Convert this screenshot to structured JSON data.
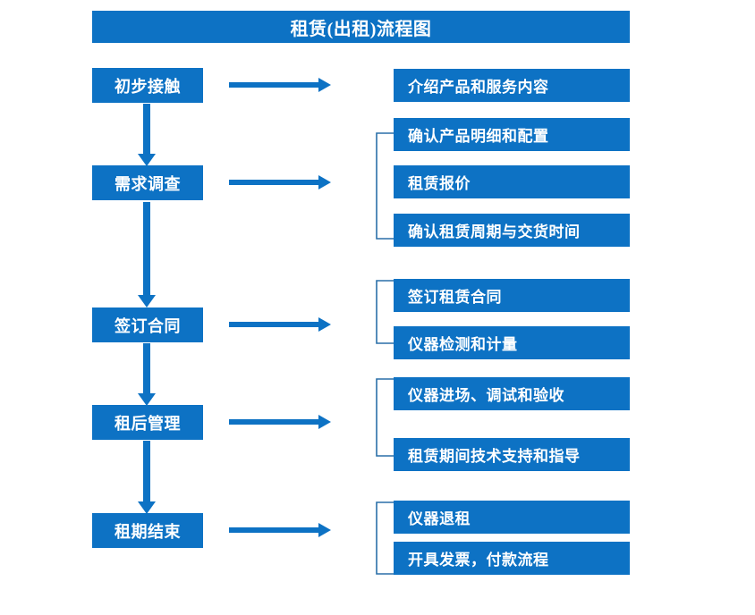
{
  "diagram": {
    "title": "租赁(出租)流程图",
    "accent_color": "#0d72c4",
    "text_color": "#ffffff",
    "background_color": "#ffffff",
    "type": "flowchart",
    "stages": [
      {
        "label": "初步接触",
        "details": [
          "介绍产品和服务内容"
        ]
      },
      {
        "label": "需求调查",
        "details": [
          "确认产品明细和配置",
          "租赁报价",
          "确认租赁周期与交货时间"
        ]
      },
      {
        "label": "签订合同",
        "details": [
          "签订租赁合同",
          "仪器检测和计量"
        ]
      },
      {
        "label": "租后管理",
        "details": [
          "仪器进场、调试和验收",
          "租赁期间技术支持和指导"
        ]
      },
      {
        "label": "租期结束",
        "details": [
          "仪器退租",
          "开具发票，付款流程"
        ]
      }
    ]
  }
}
